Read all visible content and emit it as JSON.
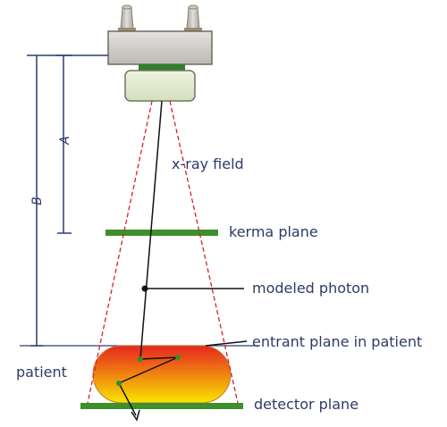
{
  "labels": {
    "xray_field": "x-ray field",
    "kerma_plane": "kerma plane",
    "modeled_photon": "modeled photon",
    "entrant_plane": "entrant plane in patient",
    "patient": "patient",
    "detector_plane": "detector plane",
    "dimension_a": "A",
    "dimension_b": "B"
  },
  "colors": {
    "text": "#2e3a66",
    "dimension_lines": "#2b3d73",
    "beam_edges": "#d2232a",
    "plane_green": "#3f8f2c",
    "photon_path": "#111111",
    "patient_fill_top": "#e5261f",
    "patient_fill_bottom": "#f7e600"
  },
  "icons": [
    "xray-tube-icon",
    "collimator-icon",
    "photon-arrow-icon"
  ]
}
